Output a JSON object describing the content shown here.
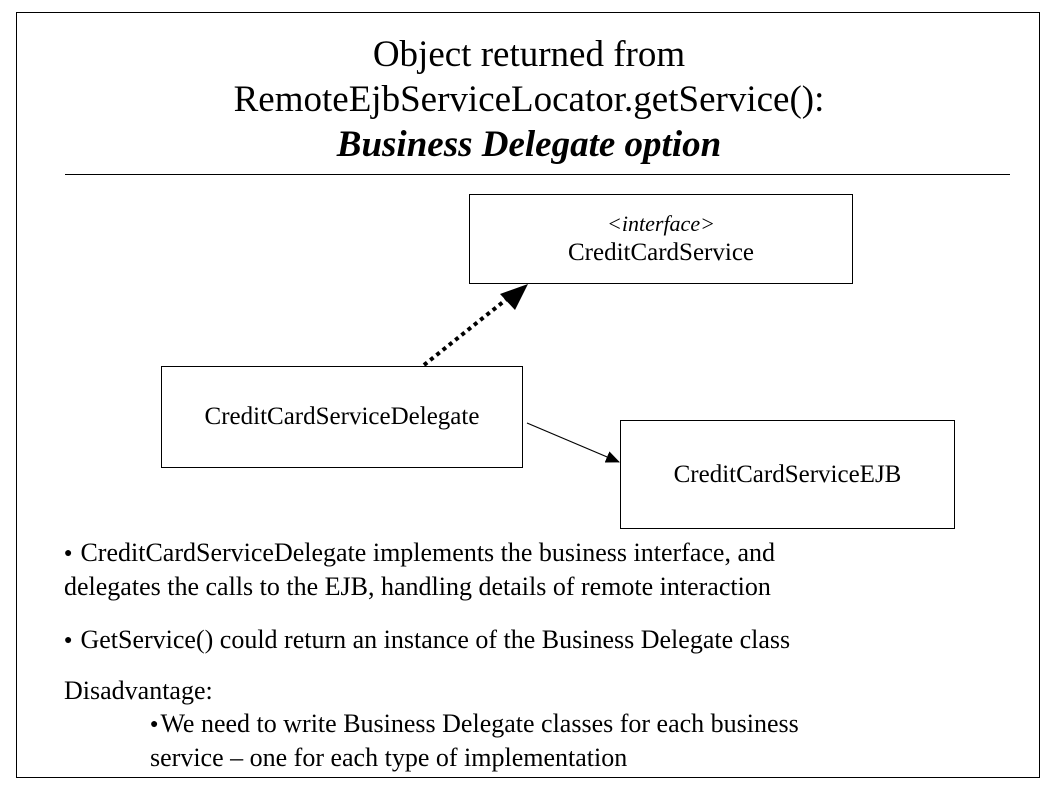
{
  "title": {
    "line1": "Object returned from",
    "line2": "RemoteEjbServiceLocator.getService():",
    "line3": "Business Delegate option"
  },
  "diagram": {
    "interface_box": {
      "stereotype": "<interface>",
      "name": "CreditCardService"
    },
    "delegate_box": {
      "name": "CreditCardServiceDelegate"
    },
    "ejb_box": {
      "name": "CreditCardServiceEJB"
    }
  },
  "bullets": [
    {
      "line1": "CreditCardServiceDelegate implements the business interface, and",
      "line2": "delegates the calls to the EJB, handling details of remote interaction"
    },
    {
      "line1": "GetService() could return an instance of the Business Delegate class"
    }
  ],
  "disadvantage": {
    "label": "Disadvantage:",
    "items": [
      {
        "line1": "We need to write Business Delegate classes for each business",
        "line2": "service – one for each type of implementation"
      }
    ]
  },
  "icons": {
    "bullet": "bullet-dot-icon",
    "arrow": "arrow-icon"
  }
}
